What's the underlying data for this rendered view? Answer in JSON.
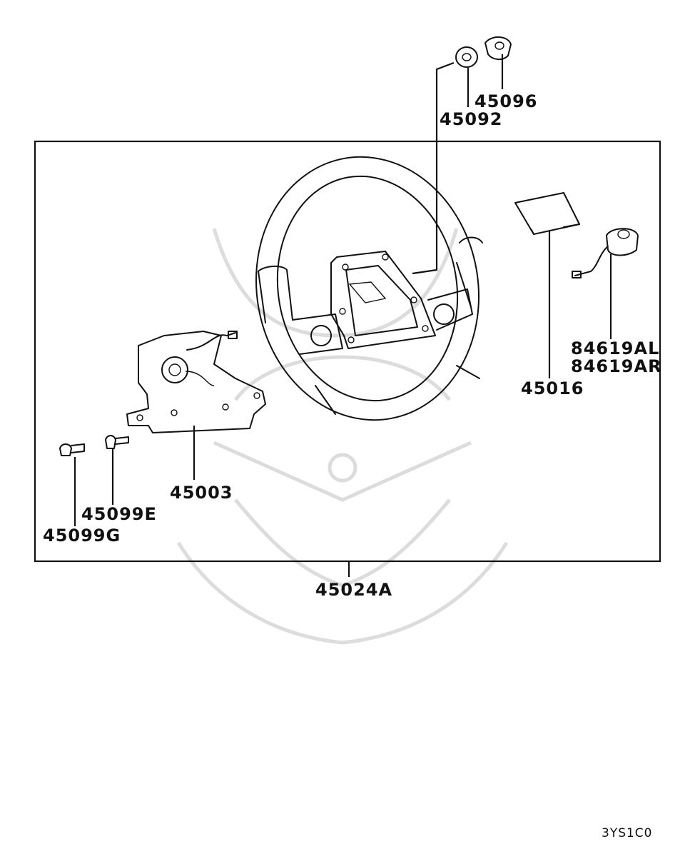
{
  "parts": {
    "p45096": "45096",
    "p45092": "45092",
    "p45016": "45016",
    "p84619al": "84619AL",
    "p84619ar": "84619AR",
    "p45003": "45003",
    "p45099e": "45099E",
    "p45099g": "45099G",
    "p45024a": "45024A"
  },
  "diagram_code": "3YS1C0",
  "colors": {
    "line": "#111111",
    "watermark": "#d9d9d9",
    "background": "#ffffff"
  }
}
